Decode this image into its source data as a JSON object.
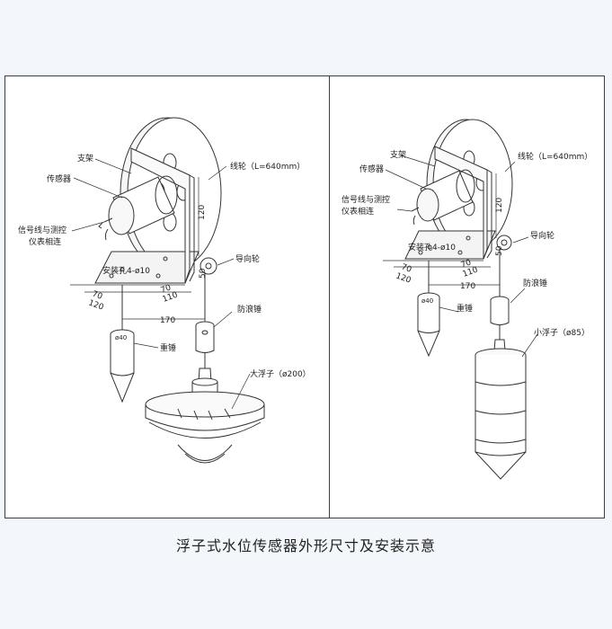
{
  "caption": "浮子式水位传感器外形尺寸及安装示意",
  "left": {
    "bracket": "支架",
    "sensor": "传感器",
    "signal_line_1": "信号线与测控",
    "signal_line_2": "仪表相连",
    "wheel": "线轮（L=640mm）",
    "guide_wheel": "导向轮",
    "mount_hole": "安装孔4-ø10",
    "anti_wave": "防浪锤",
    "weight": "重锤",
    "float": "大浮子（ø200）",
    "dim_120_v": "120",
    "dim_50": "50",
    "dim_70_a": "70",
    "dim_120_a": "120",
    "dim_70_b": "70",
    "dim_110": "110",
    "dim_170": "170",
    "dim_phi40": "ø40"
  },
  "right": {
    "bracket": "支架",
    "sensor": "传感器",
    "signal_line_1": "信号线与测控",
    "signal_line_2": "仪表相连",
    "wheel": "线轮（L=640mm）",
    "guide_wheel": "导向轮",
    "mount_hole": "安装孔4-ø10",
    "anti_wave": "防浪锤",
    "weight": "重锤",
    "float": "小浮子（ø85）",
    "dim_120_v": "120",
    "dim_50": "50",
    "dim_70_a": "70",
    "dim_120_a": "120",
    "dim_70_b": "70",
    "dim_110": "110",
    "dim_170": "170",
    "dim_phi40": "ø40"
  }
}
